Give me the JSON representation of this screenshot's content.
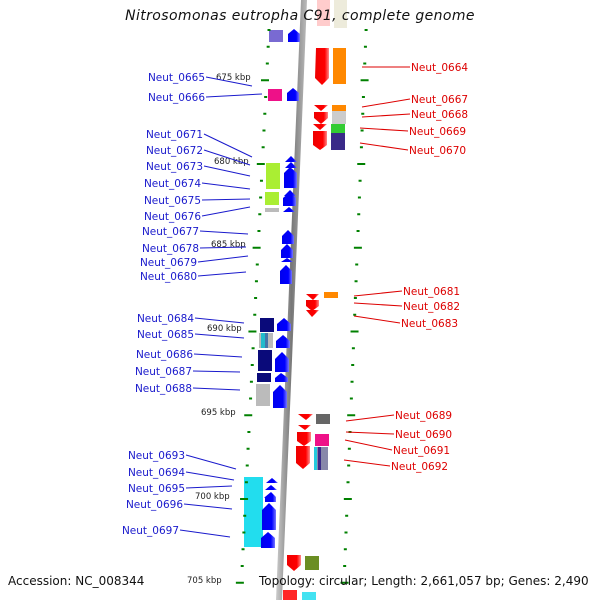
{
  "title": "Nitrosomonas eutropha C91, complete genome",
  "footer": {
    "accession": "Accession: NC_008344",
    "summary": "Topology: circular; Length: 2,661,057 bp; Genes: 2,490"
  },
  "colors": {
    "forward_label": "#1a1acc",
    "reverse_label": "#dd0000",
    "tick": "#008000",
    "backbone": "#999999"
  },
  "ruler": {
    "unit": "kbp",
    "ticks": [
      {
        "label": "675 kbp",
        "kbp": 675
      },
      {
        "label": "680 kbp",
        "kbp": 680
      },
      {
        "label": "685 kbp",
        "kbp": 685
      },
      {
        "label": "690 kbp",
        "kbp": 690
      },
      {
        "label": "695 kbp",
        "kbp": 695
      },
      {
        "label": "700 kbp",
        "kbp": 700
      },
      {
        "label": "705 kbp",
        "kbp": 705
      }
    ]
  },
  "forward_genes": [
    {
      "label": "Neut_0665"
    },
    {
      "label": "Neut_0666"
    },
    {
      "label": "Neut_0671"
    },
    {
      "label": "Neut_0672"
    },
    {
      "label": "Neut_0673"
    },
    {
      "label": "Neut_0674"
    },
    {
      "label": "Neut_0675"
    },
    {
      "label": "Neut_0676"
    },
    {
      "label": "Neut_0677"
    },
    {
      "label": "Neut_0678"
    },
    {
      "label": "Neut_0679"
    },
    {
      "label": "Neut_0680"
    },
    {
      "label": "Neut_0684"
    },
    {
      "label": "Neut_0685"
    },
    {
      "label": "Neut_0686"
    },
    {
      "label": "Neut_0687"
    },
    {
      "label": "Neut_0688"
    },
    {
      "label": "Neut_0693"
    },
    {
      "label": "Neut_0694"
    },
    {
      "label": "Neut_0695"
    },
    {
      "label": "Neut_0696"
    },
    {
      "label": "Neut_0697"
    }
  ],
  "reverse_genes": [
    {
      "label": "Neut_0664"
    },
    {
      "label": "Neut_0667"
    },
    {
      "label": "Neut_0668"
    },
    {
      "label": "Neut_0669"
    },
    {
      "label": "Neut_0670"
    },
    {
      "label": "Neut_0681"
    },
    {
      "label": "Neut_0682"
    },
    {
      "label": "Neut_0683"
    },
    {
      "label": "Neut_0689"
    },
    {
      "label": "Neut_0690"
    },
    {
      "label": "Neut_0691"
    },
    {
      "label": "Neut_0692"
    }
  ]
}
